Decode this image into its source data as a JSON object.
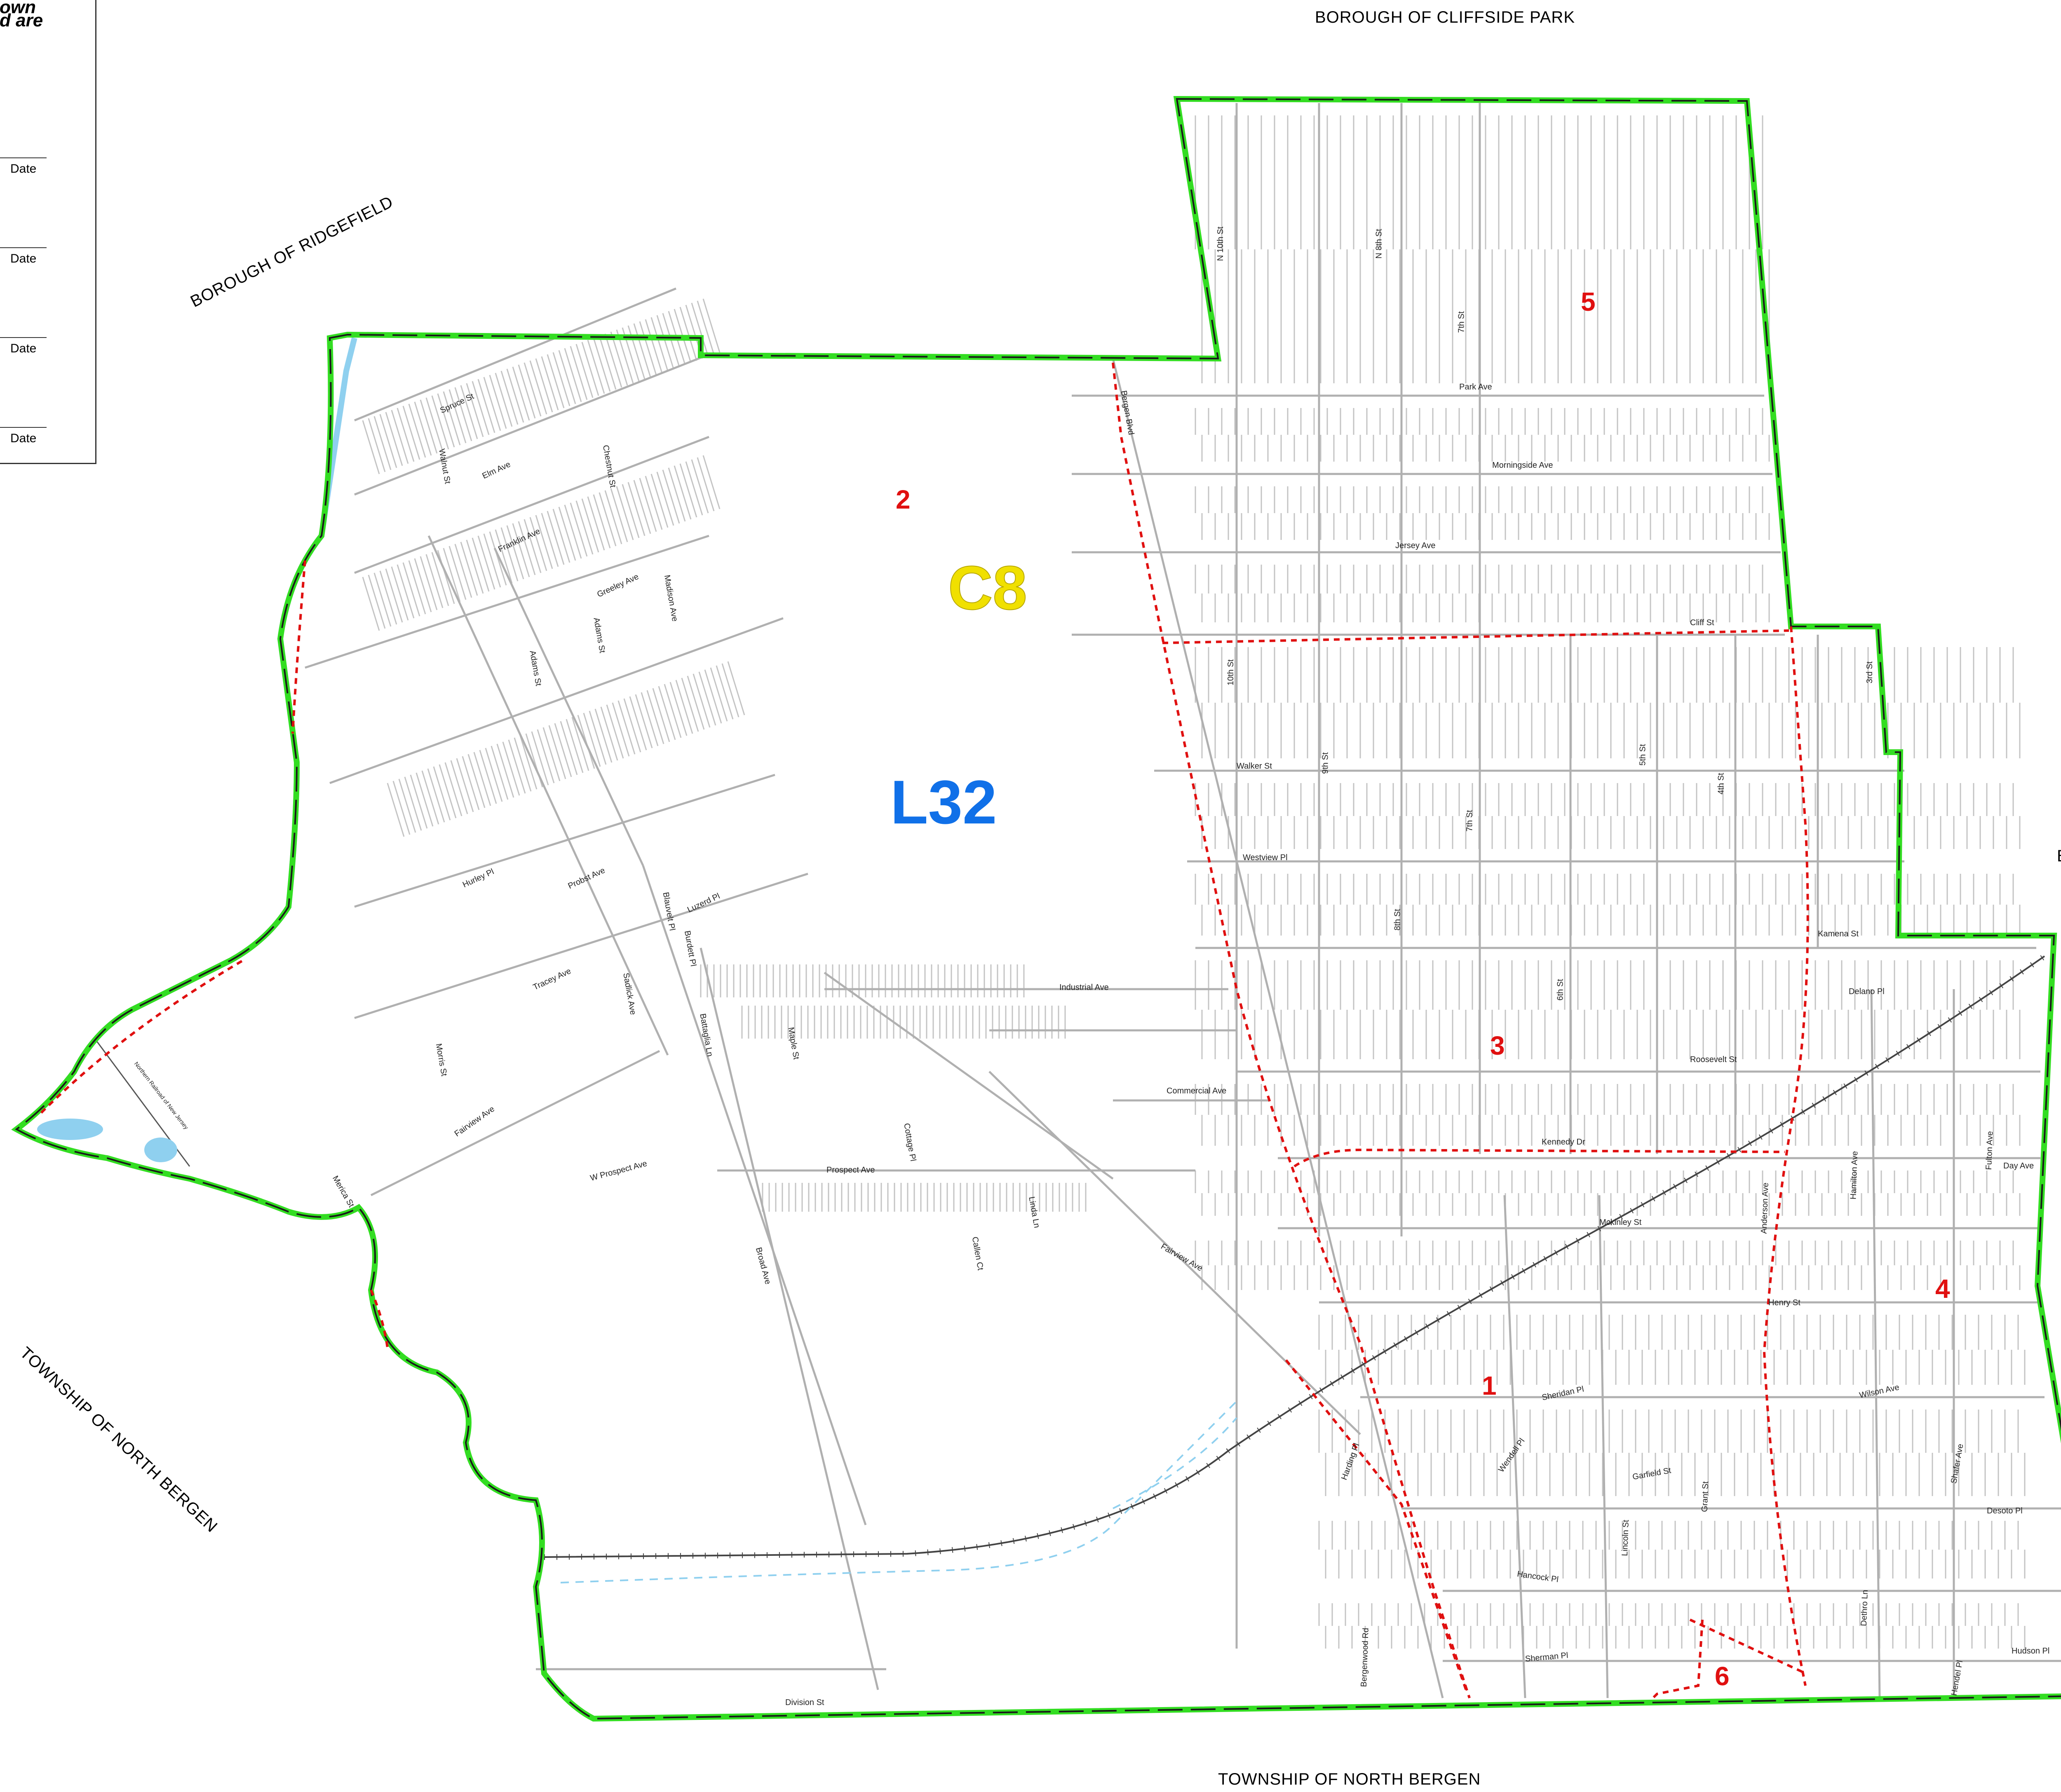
{
  "legend": {
    "title_line1": "own",
    "title_line2": "d are",
    "date_labels": [
      "Date",
      "Date",
      "Date",
      "Date"
    ]
  },
  "neighbors": {
    "north": "BOROUGH OF CLIFFSIDE PARK",
    "northwest": "BOROUGH OF RIDGEFIELD",
    "southwest": "TOWNSHIP OF NORTH BERGEN",
    "south": "TOWNSHIP OF NORTH BERGEN",
    "east_partial": "BOI"
  },
  "map_codes": {
    "c8": "C8",
    "l32": "L32"
  },
  "districts": [
    "1",
    "2",
    "3",
    "4",
    "5",
    "6"
  ],
  "streets": {
    "spruce": "Spruce St",
    "walnut": "Walnut St",
    "elm": "Elm Ave",
    "chestnut": "Chestnut St",
    "franklin": "Franklin Ave",
    "greeley": "Greeley Ave",
    "madison": "Madison Ave",
    "adams": "Adams St",
    "adams2": "Adams St",
    "hurley": "Hurley Pl",
    "probst": "Probst Ave",
    "luzerd": "Luzerd Pl",
    "blauvelt": "Blauvelt Pl",
    "burdett": "Burdett Pl",
    "tracey": "Tracey Ave",
    "sadlick": "Sadlick Ave",
    "battaglia": "Battaglia Ln",
    "maple": "Maple St",
    "morris": "Morris St",
    "fairview_w": "Fairview Ave",
    "w_prospect": "W Prospect Ave",
    "merica": "Merica St",
    "cottage": "Cottage Pl",
    "prospect": "Prospect Ave",
    "linda": "Linda Ln",
    "callen": "Callen Ct",
    "fairview_e": "Fairview Ave",
    "broad": "Broad Ave",
    "division": "Division St",
    "industrial": "Industrial Ave",
    "commercial": "Commercial Ave",
    "bergen_blvd": "Bergen Blvd",
    "n10th": "N 10th St",
    "n8th": "N 8th St",
    "st7_n": "7th St",
    "park": "Park Ave",
    "morningside": "Morningside Ave",
    "jersey": "Jersey Ave",
    "cliff": "Cliff St",
    "st10": "10th St",
    "walker": "Walker St",
    "st9": "9th St",
    "westview": "Westview Pl",
    "st8": "8th St",
    "st7": "7th St",
    "st5": "5th St",
    "st4": "4th St",
    "st3": "3rd St",
    "kamena": "Kamena St",
    "st6": "6th St",
    "delano": "Delano Pl",
    "roosevelt": "Roosevelt St",
    "kennedy": "Kennedy Dr",
    "mckinley": "Mckinley St",
    "anderson": "Anderson Ave",
    "hamilton": "Hamilton Ave",
    "fulton": "Fulton Ave",
    "day": "Day Ave",
    "henry": "Henry St",
    "sheridan": "Sheridan Pl",
    "wendell": "Wendell Pl",
    "harding": "Harding Pl",
    "garfield": "Garfield St",
    "grant": "Grant St",
    "lincoln": "Lincoln St",
    "wilson": "Wilson Ave",
    "shafer": "Shafer Ave",
    "desoto": "Desoto Pl",
    "dethro": "Dethro Ln",
    "hancock": "Hancock Pl",
    "sherman": "Sherman Pl",
    "bergenwood": "Bergenwood Rd",
    "hudson": "Hudson Pl",
    "hendel": "Hendel Pl",
    "railroad": "Northern Railroad of New Jersey"
  },
  "colors": {
    "boundary": "#33dd22",
    "boundary_dash": "#1a1a1a",
    "district_line": "#e01010",
    "water": "#88ccee",
    "street": "#bfbfbf",
    "rail": "#444444"
  }
}
